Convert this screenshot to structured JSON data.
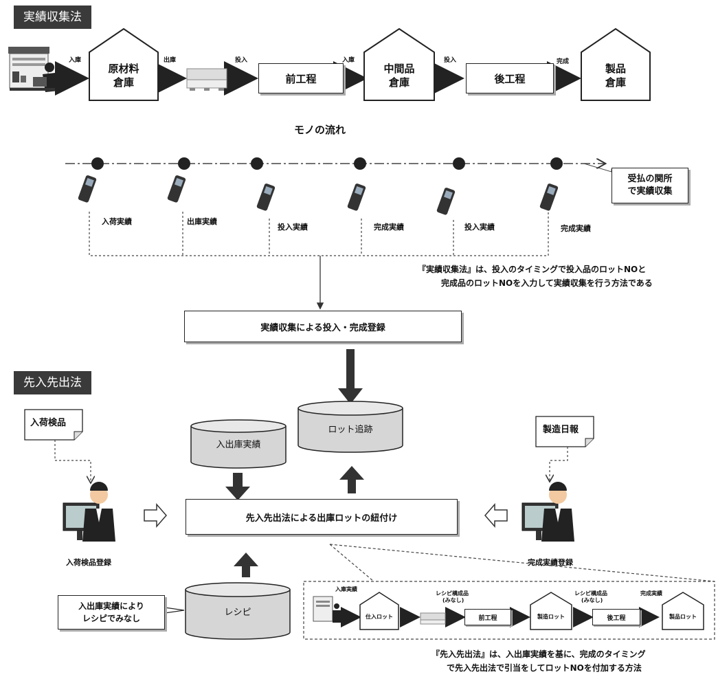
{
  "section1": {
    "title": "実績収集法",
    "flow_labels": [
      "入庫",
      "出庫",
      "投入",
      "入庫",
      "投入",
      "完成"
    ],
    "warehouse1": [
      "原材料",
      "倉庫"
    ],
    "process1": "前工程",
    "warehouse2": [
      "中間品",
      "倉庫"
    ],
    "process2": "後工程",
    "warehouse3": [
      "製品",
      "倉庫"
    ],
    "goods_flow": "モノの流れ",
    "scan_points": [
      "入荷実績",
      "出庫実績",
      "投入実績",
      "完成実績",
      "投入実績",
      "完成実績"
    ],
    "checkpoint_callout": [
      "受払の関所",
      "で実績収集"
    ],
    "note": [
      "『実績収集法』は、投入のタイミングで投入品のロットNOと",
      "完成品のロットNOを入力して実績収集を行う方法である"
    ],
    "register_box": "実績収集による投入・完成登録"
  },
  "section2": {
    "title": "先入先出法",
    "db_inout": "入出庫実績",
    "db_lot": "ロット追跡",
    "db_recipe": "レシピ",
    "doc_inspection": "入荷検品",
    "doc_daily": "製造日報",
    "person_left_label": "入荷検品登録",
    "person_right_label": "完成実績登録",
    "fifo_box": "先入先出法による出庫ロットの紐付け",
    "recipe_callout": [
      "入出庫実績により",
      "レシピでみなし"
    ],
    "mini_flow": {
      "labels": [
        "入庫実績",
        "レシピ構成品",
        "(みなし)",
        "レシピ構成品",
        "(みなし)",
        "完成実績"
      ],
      "lot1": "仕入ロット",
      "proc1": "前工程",
      "lot2": "製造ロット",
      "proc2": "後工程",
      "lot3": "製品ロット"
    },
    "note": [
      "『先入先出法』は、入出庫実績を基に、完成のタイミング",
      "で先入先出法で引当をしてロットNOを付加する方法"
    ]
  }
}
